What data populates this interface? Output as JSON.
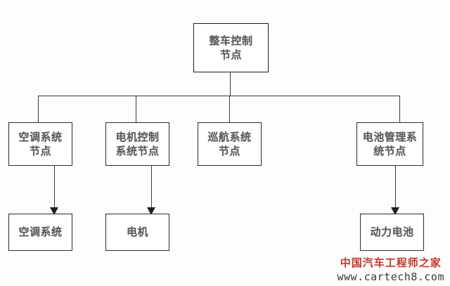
{
  "diagram": {
    "type": "tree",
    "root": {
      "id": "vehicle-control-node",
      "label": "整车控制\n节点"
    },
    "level2": [
      {
        "id": "ac-system-node",
        "label": "空调系统\n节点"
      },
      {
        "id": "motor-control-system-node",
        "label": "电机控制\n系统节点"
      },
      {
        "id": "cruise-system-node",
        "label": "巡航系统\n节点"
      },
      {
        "id": "battery-management-system-node",
        "label": "电池管理系\n统节点"
      }
    ],
    "level3": [
      {
        "id": "ac-system",
        "label": "空调系统"
      },
      {
        "id": "motor",
        "label": "电机"
      },
      {
        "id": "power-battery",
        "label": "动力电池"
      }
    ],
    "colors": {
      "box_border": "#2b2b2b",
      "connector": "#3a3a3a",
      "text": "#5b5b5b",
      "background": "#fdfdfd",
      "watermark_cn": "#c0392b",
      "watermark_url": "#3a3a3a"
    }
  },
  "watermark": {
    "cn_text": "中国汽车工程师之家",
    "url_text": "www.cartech8.com"
  }
}
